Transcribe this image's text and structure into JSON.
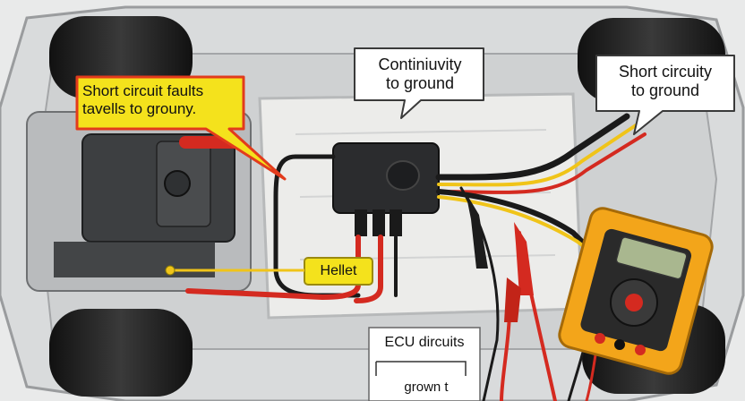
{
  "callouts": {
    "left": {
      "line1": "Short circuit faults",
      "line2": "tavells to grouny."
    },
    "middle": {
      "line1": "Continiuvity",
      "line2": "to ground"
    },
    "right": {
      "line1": "Short circuity",
      "line2": "to ground"
    }
  },
  "labels": {
    "hellet": "Hellet",
    "ecu_top": "ECU dircuits",
    "ecu_bottom": "grown t"
  },
  "colors": {
    "chassis": "#d4d6d7",
    "tire": "#1f1f1f",
    "battery_plate": "#ececea",
    "wire_red": "#d42a20",
    "wire_yellow": "#f0c419",
    "wire_black": "#1a1a1a",
    "callout_yellow": "#f4e21c",
    "callout_border_red": "#e23b1c",
    "multimeter_body": "#f3a51a"
  },
  "icons": [
    "multimeter-icon",
    "probe-icon",
    "ecu-module-icon",
    "tire-icon"
  ]
}
